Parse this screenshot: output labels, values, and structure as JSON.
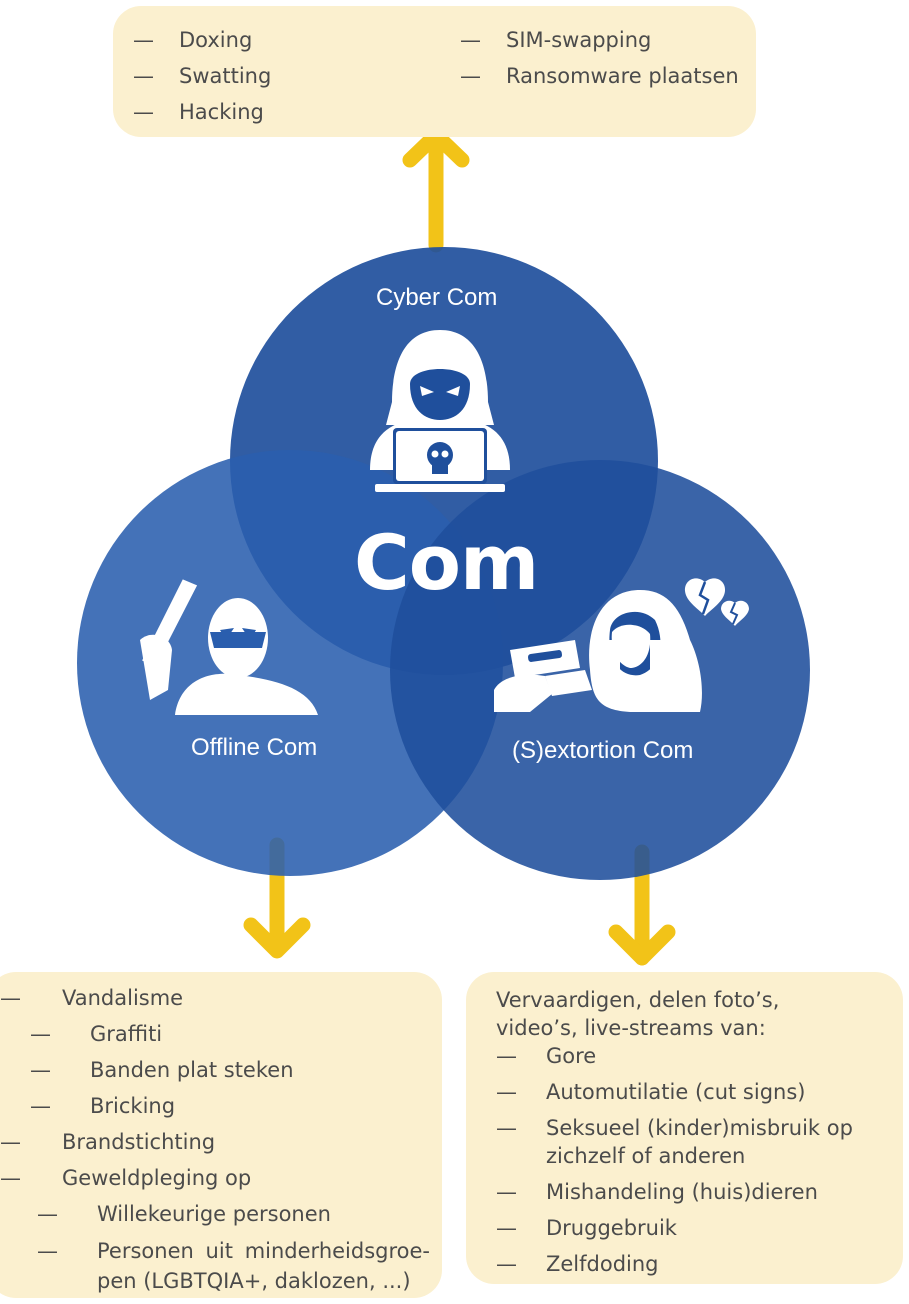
{
  "center_label": "Com",
  "circles": {
    "cyber": "Cyber Com",
    "offline": "Offline Com",
    "sextortion": "(S)extortion Com"
  },
  "top_panel": {
    "col1": [
      "Doxing",
      "Swatting",
      "Hacking"
    ],
    "col2": [
      "SIM-swapping",
      "Ransomware plaatsen"
    ]
  },
  "left_panel": {
    "items": [
      {
        "text": "Vandalisme",
        "level": 0
      },
      {
        "text": "Graffiti",
        "level": 1
      },
      {
        "text": "Banden plat steken",
        "level": 1
      },
      {
        "text": "Bricking",
        "level": 1
      },
      {
        "text": "Brandstichting",
        "level": 0
      },
      {
        "text": "Geweldpleging op",
        "level": 0
      },
      {
        "text": "Willekeurige personen",
        "level": 1
      },
      {
        "text": "Personen uit minderheidsgroe-pen (LGBTQIA+, daklozen, ...)",
        "level": 1
      }
    ]
  },
  "right_panel": {
    "intro": "Vervaardigen, delen foto’s, video’s, live-streams van:",
    "items": [
      "Gore",
      "Automutilatie (cut signs)",
      "Seksueel (kinder)misbruik op zichzelf of anderen",
      "Mishandeling (huis)dieren",
      "Druggebruik",
      "Zelfdoding"
    ]
  },
  "dash_symbol": "—",
  "colors": {
    "circle": "#1f4f9c",
    "panel": "#fbf0cf",
    "arrow": "#f2c318",
    "text": "#4b4b4b"
  },
  "icons": [
    "hacker-icon",
    "masked-attacker-icon",
    "distressed-woman-icon",
    "broken-heart-icon",
    "razor-blade-icon"
  ]
}
